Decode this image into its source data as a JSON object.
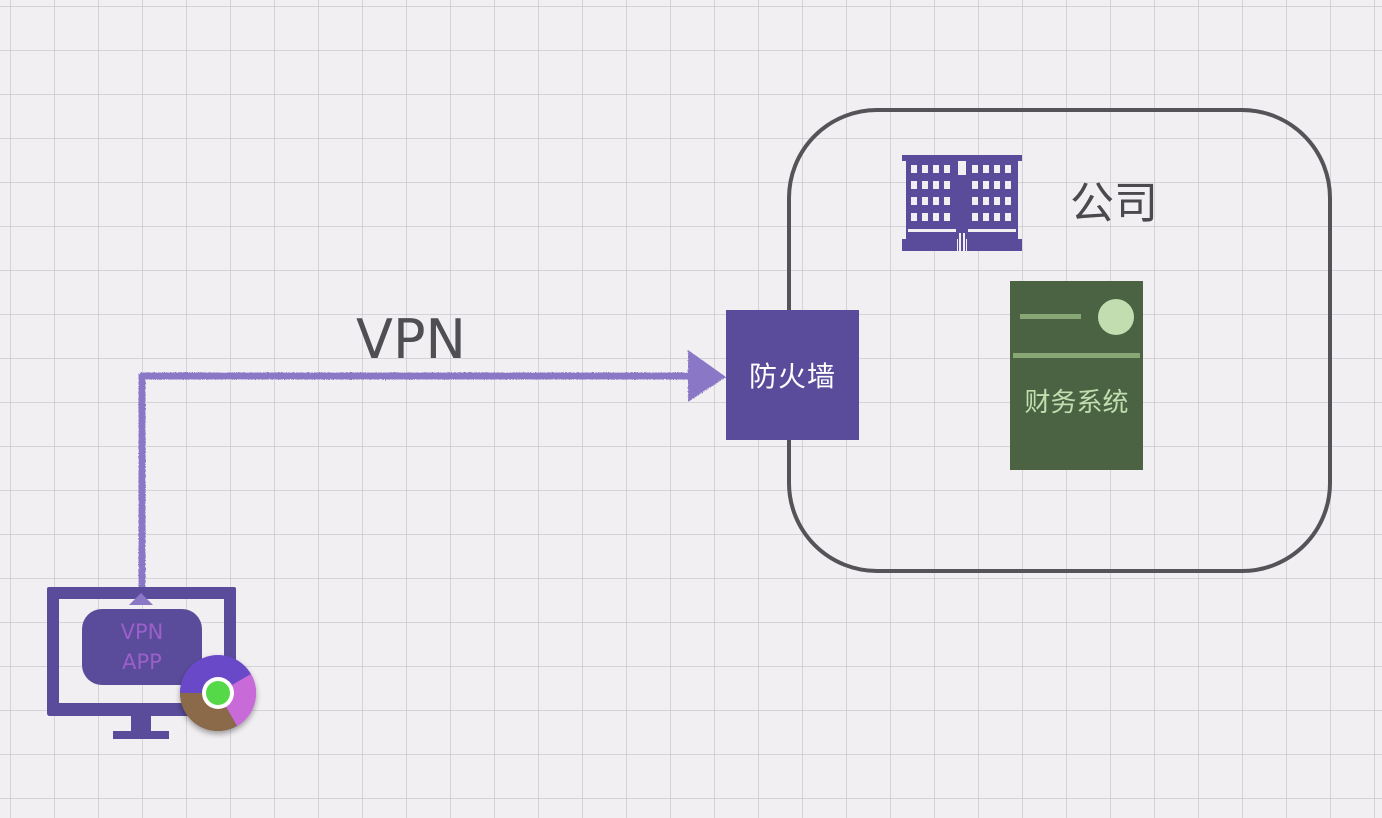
{
  "diagram": {
    "company": {
      "label": "公司",
      "icon": "office-building-icon"
    },
    "connection": {
      "label": "VPN",
      "color": "#8a78c6"
    },
    "firewall": {
      "label": "防火墙",
      "color": "#5a4c9a"
    },
    "finance_system": {
      "label": "财务系统",
      "icon": "server-icon",
      "color": "#4b6343"
    },
    "client": {
      "app_line_1": "VPN",
      "app_line_2": "APP",
      "monitor_icon": "desktop-monitor-icon",
      "browser_icon": "chrome-browser-icon",
      "color": "#5a4c9a"
    }
  }
}
